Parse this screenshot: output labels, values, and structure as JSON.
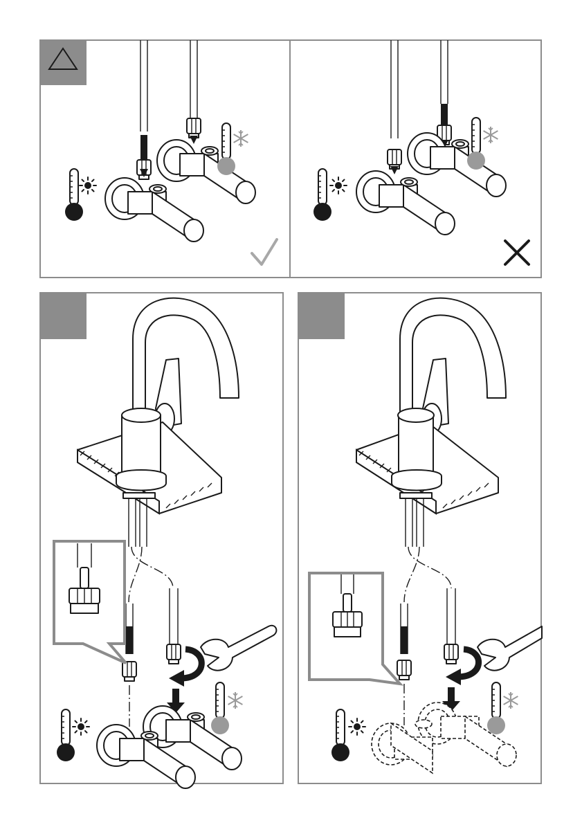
{
  "colors": {
    "frame": "#8c8c8c",
    "line": "#1a1a1a",
    "cold": "#9a9a9a",
    "hot": "#1a1a1a",
    "check": "#a8a8a8",
    "cross": "#1a1a1a"
  },
  "panels": [
    {
      "id": "top-left",
      "badge_icon": "warning-triangle-icon",
      "verdict_icon": "checkmark-icon",
      "hot_icon": "thermometer-hot-icon",
      "cold_icon": "thermometer-cold-icon"
    },
    {
      "id": "top-right",
      "verdict_icon": "cross-icon",
      "hot_icon": "thermometer-hot-icon",
      "cold_icon": "thermometer-cold-icon"
    },
    {
      "id": "bottom-left",
      "step_tab": "step-tab",
      "tool_icon": "wrench-icon",
      "rotation_icon": "rotate-arrow-icon"
    },
    {
      "id": "bottom-right",
      "step_tab": "step-tab",
      "tool_icon": "wrench-icon",
      "rotation_icon": "rotate-arrow-icon"
    }
  ]
}
